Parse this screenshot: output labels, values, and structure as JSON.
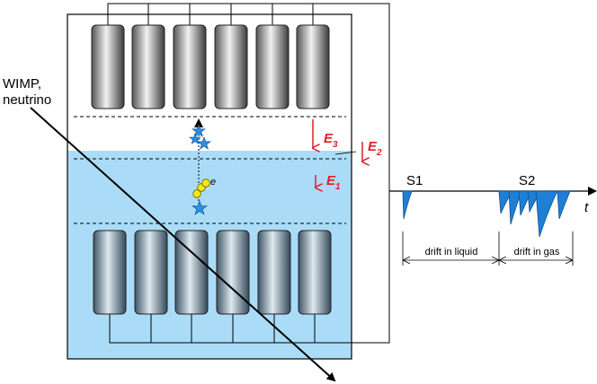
{
  "labels": {
    "particle": [
      "WIMP,",
      "neutrino"
    ],
    "electron": "e",
    "fields": {
      "e3": "E",
      "e3_sub": "3",
      "e2": "E",
      "e2_sub": "2",
      "e1": "E",
      "e1_sub": "1"
    },
    "s1": "S1",
    "s2": "S2",
    "time_axis": "t",
    "drift_liquid": "drift in liquid",
    "drift_gas": "drift in gas"
  },
  "colors": {
    "liquid": "#abdcf7",
    "field_arrow": "#e31e24",
    "pulse": "#1f7fd6",
    "star": "#2b8fe0",
    "electron": "#f2e81a"
  },
  "pmt_rows": {
    "top_count": 6,
    "bottom_count": 6
  },
  "s2_pulse_depths": [
    0.55,
    0.85,
    0.6,
    0.5,
    1.0,
    0.7
  ]
}
